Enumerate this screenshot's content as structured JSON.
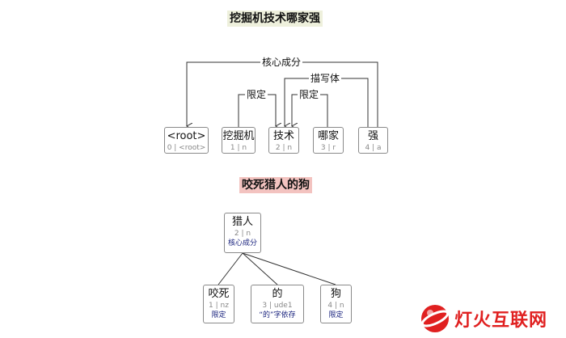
{
  "sentence1": {
    "title": "挖掘机技术哪家强",
    "nodes": [
      {
        "word": "<root>",
        "meta": "0 | <root>"
      },
      {
        "word": "挖掘机",
        "meta": "1 | n"
      },
      {
        "word": "技术",
        "meta": "2 | n"
      },
      {
        "word": "哪家",
        "meta": "3 | r"
      },
      {
        "word": "强",
        "meta": "4 | a"
      }
    ],
    "arcs": [
      {
        "label": "核心成分"
      },
      {
        "label": "描写体"
      },
      {
        "label": "限定"
      },
      {
        "label": "限定"
      }
    ]
  },
  "sentence2": {
    "title": "咬死猎人的狗",
    "root": {
      "word": "猎人",
      "meta": "2 | n",
      "relation": "核心成分"
    },
    "children": [
      {
        "word": "咬死",
        "meta": "1 | nz",
        "relation": "限定"
      },
      {
        "word": "的",
        "meta": "3 | ude1",
        "relation": "“的”字依存"
      },
      {
        "word": "狗",
        "meta": "4 | n",
        "relation": "限定"
      }
    ]
  },
  "watermark": {
    "text": "灯火互联网",
    "brand_color": "#e02020"
  }
}
